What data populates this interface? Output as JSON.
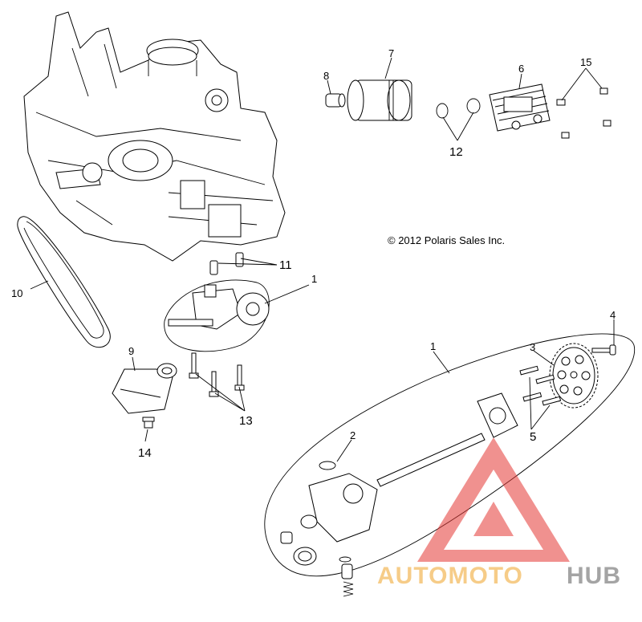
{
  "copyright": "© 2012 Polaris Sales Inc.",
  "watermark": {
    "part1": "AUTOMOTO",
    "part2": "HUB",
    "color_triangle": "#e53935",
    "color_part1": "#f4c06b",
    "color_part2": "#8e8e8e"
  },
  "callouts": {
    "c1_top": "1",
    "c1_bottom": "1",
    "c2": "2",
    "c3": "3",
    "c4": "4",
    "c5": "5",
    "c6": "6",
    "c7": "7",
    "c8": "8",
    "c9": "9",
    "c10": "10",
    "c11": "11",
    "c12": "12",
    "c13": "13",
    "c14": "14",
    "c15": "15"
  },
  "parts": [
    "engine-crankcase",
    "drive-belt",
    "oil-pump-assembly",
    "oil-pump-exploded",
    "sprocket",
    "bolts",
    "oil-filter",
    "oil-cooler",
    "o-rings",
    "dowel-pins",
    "oil-pickup",
    "fitting"
  ]
}
